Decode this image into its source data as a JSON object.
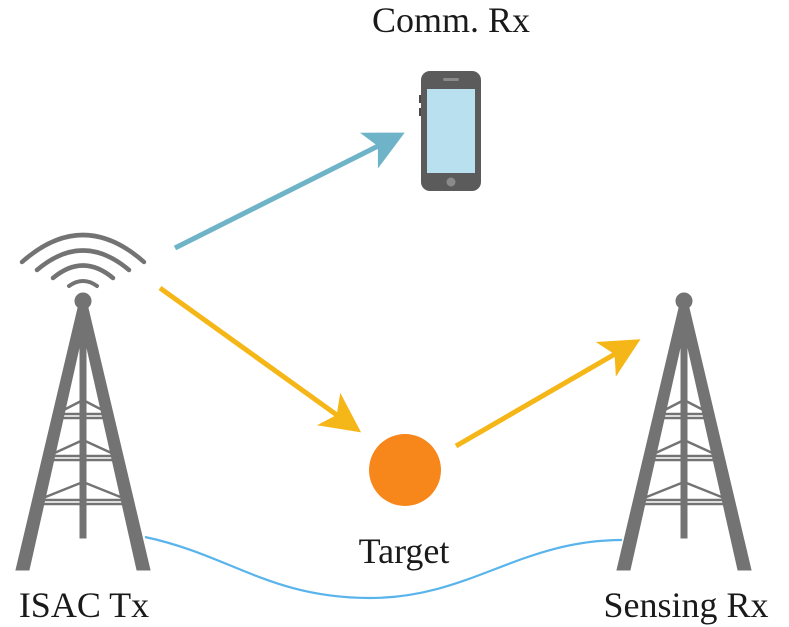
{
  "labels": {
    "comm_rx": "Comm. Rx",
    "target": "Target",
    "isac_tx": "ISAC Tx",
    "sensing_rx": "Sensing Rx"
  },
  "colors": {
    "comm_link": "#6fb3c8",
    "sensing_link": "#f5b617",
    "target": "#f7861b",
    "tower": "#737373",
    "backhaul": "#5ab4ec",
    "phone_body": "#5b5b5b",
    "phone_screen": "#b8e0ef"
  },
  "icons": {
    "tx_tower": "transmit-tower-icon",
    "rx_tower": "receive-tower-icon",
    "phone": "smartphone-icon",
    "target": "target-circle-icon"
  }
}
